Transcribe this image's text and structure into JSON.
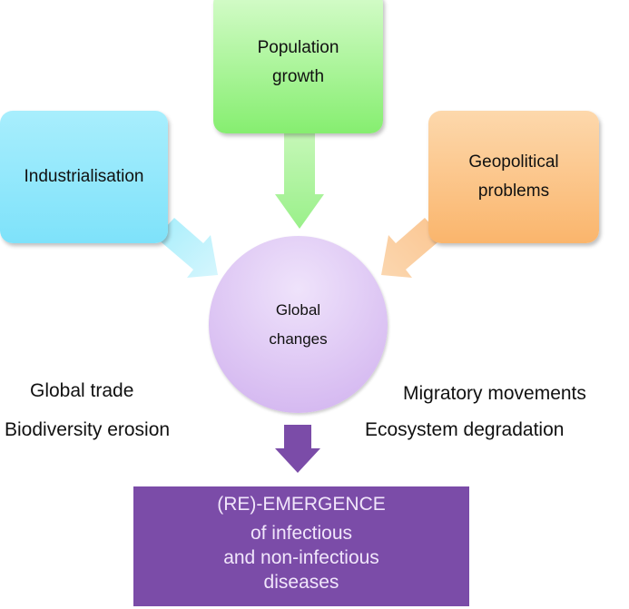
{
  "drivers": {
    "population": "Population growth",
    "industrialisation": "Industrialisation",
    "geopolitical": "Geopolitical problems"
  },
  "center": "Global changes",
  "side_factors": {
    "left": [
      "Global trade",
      "Biodiversity erosion"
    ],
    "right": [
      "Migratory movements",
      "Ecosystem degradation"
    ]
  },
  "outcome": {
    "title": "(RE)-EMERGENCE",
    "lines": [
      "of infectious",
      "and non-infectious",
      "diseases"
    ]
  },
  "colors": {
    "green": "#8ef07a",
    "blue": "#8ee6fb",
    "orange": "#fbbf7e",
    "purple": "#7b4ca8"
  }
}
